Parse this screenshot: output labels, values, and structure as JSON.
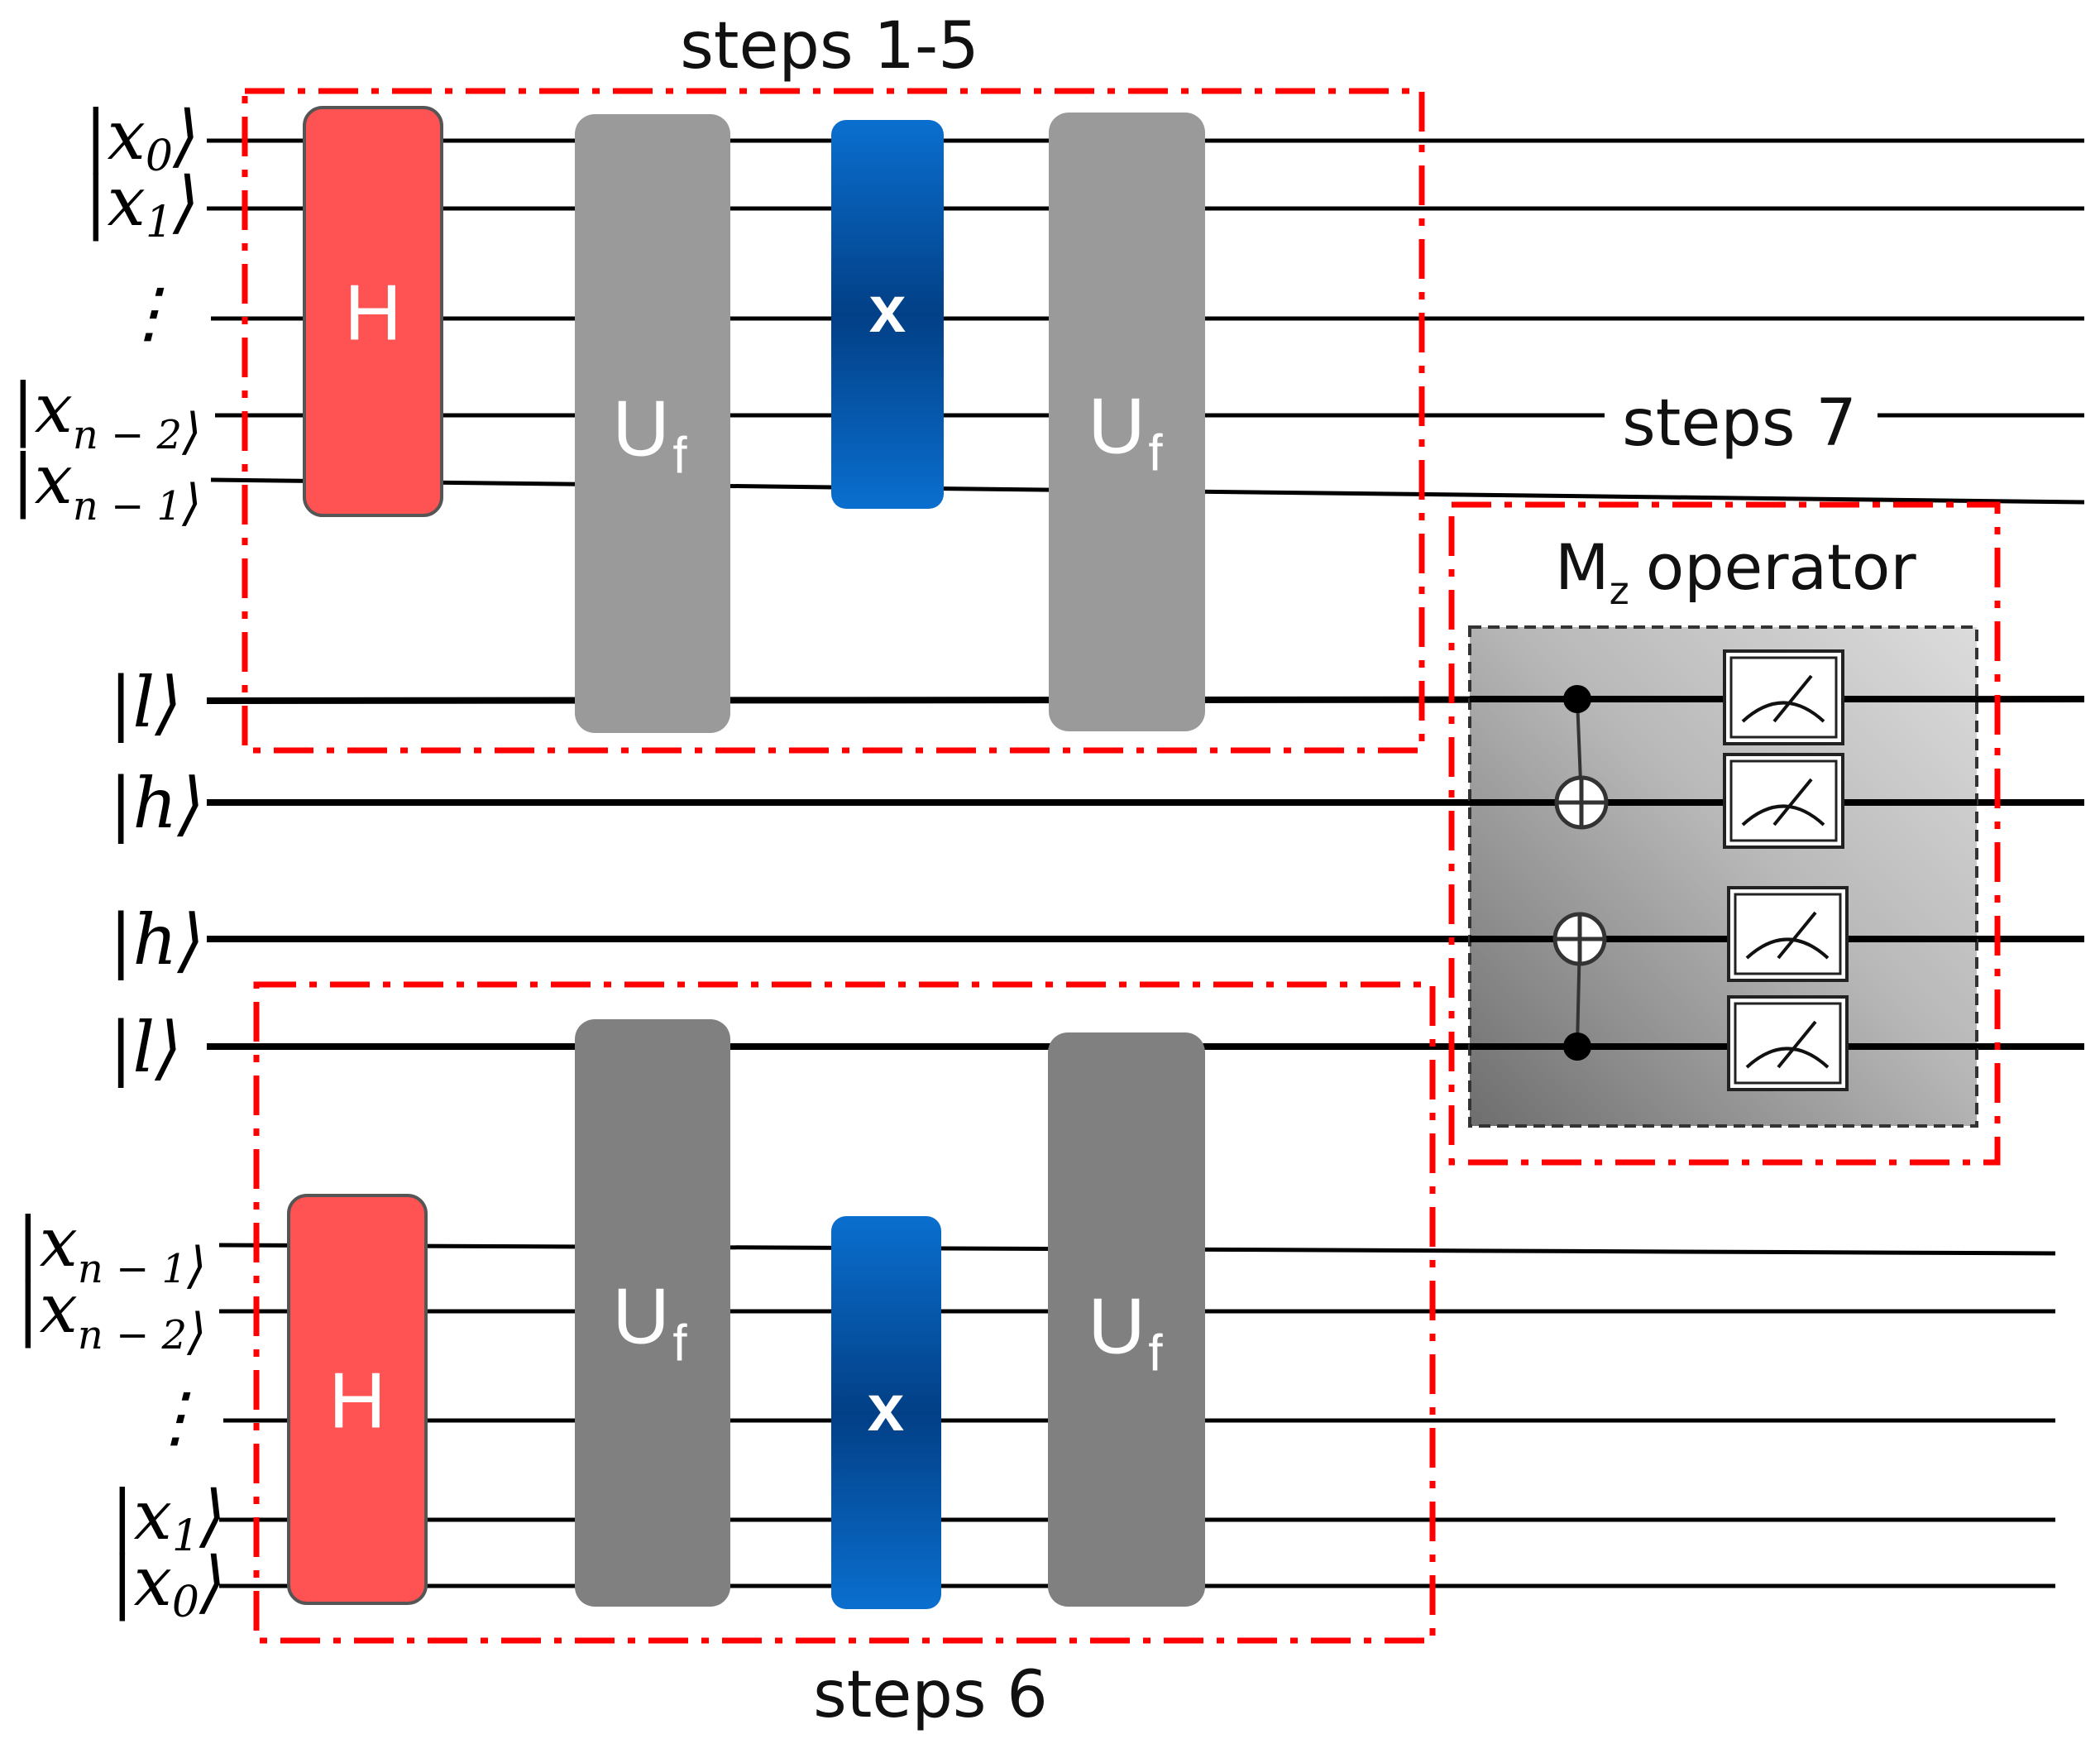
{
  "step_labels": {
    "top": "steps 1-5",
    "bottom": "steps 6",
    "right": "steps 7"
  },
  "mz_label": {
    "main": "M",
    "sub": "z",
    "rest": "operator"
  },
  "gates": {
    "hadamard": "H",
    "oracle_main": "U",
    "oracle_sub": "f",
    "pauli_x": "x"
  },
  "top_qubits": [
    {
      "sym": "x",
      "sub": "0"
    },
    {
      "sym": "x",
      "sub": "1"
    },
    {
      "sym": "⋮",
      "sub": ""
    },
    {
      "sym": "x",
      "sub": "n − 2"
    },
    {
      "sym": "x",
      "sub": "n − 1"
    }
  ],
  "middle_qubits": [
    "l",
    "h",
    "h",
    "l"
  ],
  "bottom_qubits": [
    {
      "sym": "x",
      "sub": "n − 1"
    },
    {
      "sym": "x",
      "sub": "n − 2"
    },
    {
      "sym": "⋮",
      "sub": ""
    },
    {
      "sym": "x",
      "sub": "1"
    },
    {
      "sym": "x",
      "sub": "0"
    }
  ],
  "colors": {
    "hadamard": "#ff5252",
    "oracle_top": "#9a9a9a",
    "oracle_bottom": "#808080",
    "pauli_x_edge": "#0a6fcf",
    "pauli_x_core": "#023f86",
    "box": "#ff0000"
  }
}
